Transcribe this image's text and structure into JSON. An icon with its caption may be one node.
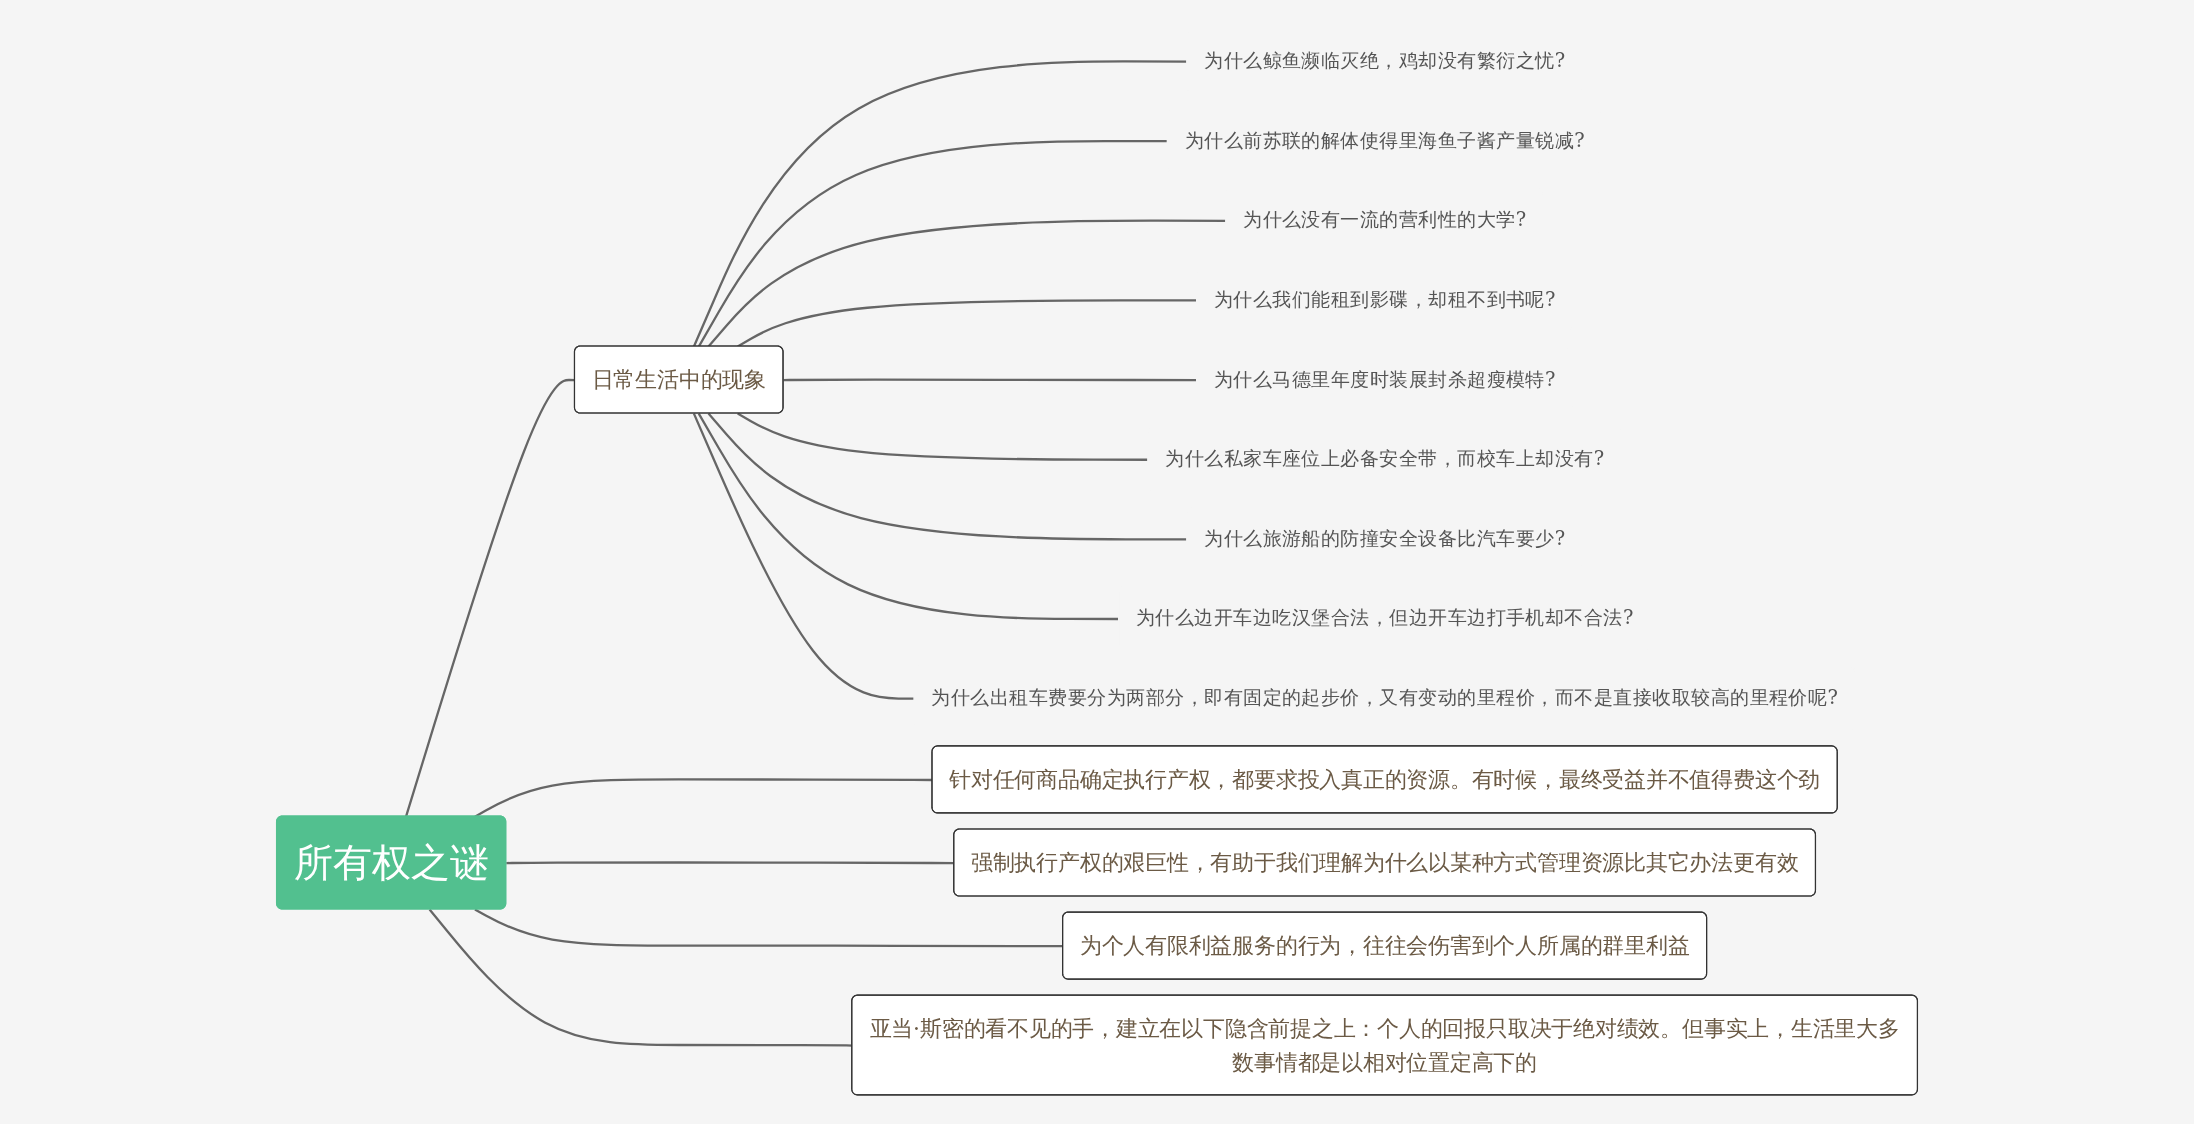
{
  "diagram": {
    "nodes": [
      {
        "text": [
          "所有权之谜"
        ]
      },
      {
        "text": [
          "日常生活中的现象"
        ]
      },
      {
        "text": [
          "为什么鲸鱼濒临灭绝，鸡却没有繁衍之忧?"
        ]
      },
      {
        "text": [
          "为什么前苏联的解体使得里海鱼子酱产量锐减?"
        ]
      },
      {
        "text": [
          "为什么没有一流的营利性的大学?"
        ]
      },
      {
        "text": [
          "为什么我们能租到影碟，却租不到书呢?"
        ]
      },
      {
        "text": [
          "为什么马德里年度时装展封杀超瘦模特?"
        ]
      },
      {
        "text": [
          "为什么私家车座位上必备安全带，而校车上却没有?"
        ]
      },
      {
        "text": [
          "为什么旅游船的防撞安全设备比汽车要少?"
        ]
      },
      {
        "text": [
          "为什么边开车边吃汉堡合法，但边开车边打手机却不合法?"
        ]
      },
      {
        "text": [
          "为什么出租车费要分为两部分，即有固定的起步价，又有变动的里程价，而不是直接收取较高的里程价呢?"
        ]
      },
      {
        "text": [
          "针对任何商品确定执行产权，都要求投入真正的资源。有时候，最终受益并不值得费这个劲"
        ]
      },
      {
        "text": [
          "强制执行产权的艰巨性，有助于我们理解为什么以某种方式管理资源比其它办法更有效"
        ]
      },
      {
        "text": [
          "为个人有限利益服务的行为，往往会伤害到个人所属的群里利益"
        ]
      },
      {
        "text": [
          "亚当·斯密的看不见的手，建立在以下隐含前提之上：个人的回报只取决于绝对绩效。但事实上，生活里大多数事情都是以相对位置定高下的"
        ]
      }
    ],
    "edges": [
      {
        "from": 0,
        "to": 1,
        "arrow": "none"
      },
      {
        "from": 1,
        "to": 2,
        "arrow": "none"
      },
      {
        "from": 1,
        "to": 3,
        "arrow": "none"
      },
      {
        "from": 1,
        "to": 4,
        "arrow": "none"
      },
      {
        "from": 1,
        "to": 5,
        "arrow": "none"
      },
      {
        "from": 1,
        "to": 6,
        "arrow": "none"
      },
      {
        "from": 1,
        "to": 7,
        "arrow": "none"
      },
      {
        "from": 1,
        "to": 8,
        "arrow": "none"
      },
      {
        "from": 1,
        "to": 9,
        "arrow": "none"
      },
      {
        "from": 1,
        "to": 10,
        "arrow": "none"
      },
      {
        "from": 0,
        "to": 11,
        "arrow": "none"
      },
      {
        "from": 0,
        "to": 12,
        "arrow": "none"
      },
      {
        "from": 0,
        "to": 13,
        "arrow": "none"
      },
      {
        "from": 0,
        "to": 14,
        "arrow": "none"
      }
    ]
  }
}
